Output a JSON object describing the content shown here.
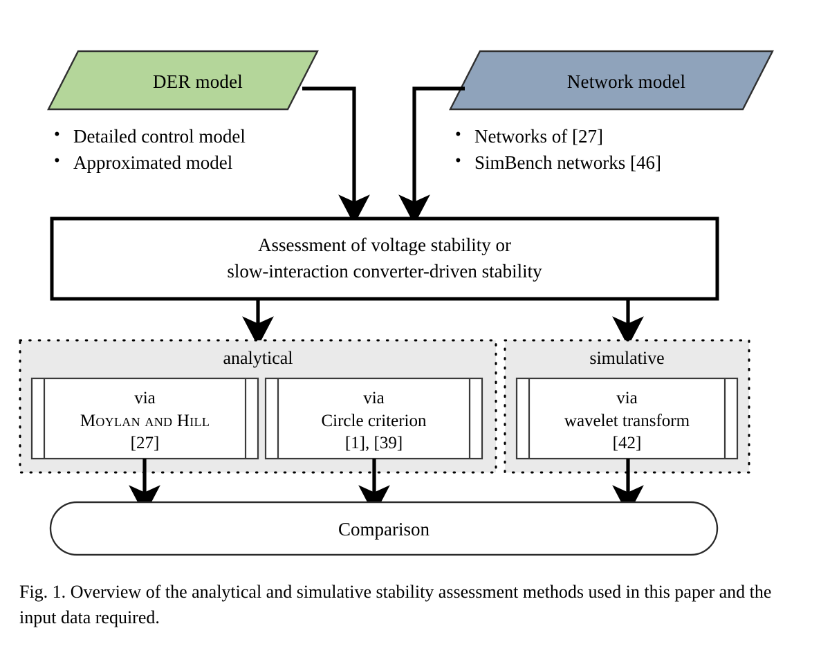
{
  "figure": {
    "caption_label": "Fig. 1.",
    "caption_text": "Overview of the analytical and simulative stability assessment methods used in this paper and the input data required."
  },
  "colors": {
    "der_fill": "#b4d69a",
    "network_fill": "#8fa3bb",
    "group_fill": "#eaeaea",
    "stroke": "#000000",
    "thin_stroke": "#3a3a3a"
  },
  "inputs": [
    {
      "id": "der-model",
      "title": "DER model",
      "fill": "#b4d69a",
      "bullets": [
        "Detailed control model",
        "Approximated model"
      ]
    },
    {
      "id": "network-model",
      "title": "Network model",
      "fill": "#8fa3bb",
      "bullets": [
        "Networks of [27]",
        "SimBench networks [46]"
      ]
    }
  ],
  "assessment": {
    "line1": "Assessment of voltage stability or",
    "line2": "slow-interaction converter-driven stability"
  },
  "groups": [
    {
      "id": "analytical",
      "title": "analytical",
      "methods": [
        {
          "id": "moylan-hill",
          "line1": "via",
          "line2": "Moylan and Hill",
          "line3": "[27]"
        },
        {
          "id": "circle-criterion",
          "line1": "via",
          "line2": "Circle criterion",
          "line3": "[1], [39]"
        }
      ]
    },
    {
      "id": "simulative",
      "title": "simulative",
      "methods": [
        {
          "id": "wavelet-transform",
          "line1": "via",
          "line2": "wavelet transform",
          "line3": "[42]"
        }
      ]
    }
  ],
  "output": {
    "title": "Comparison"
  }
}
